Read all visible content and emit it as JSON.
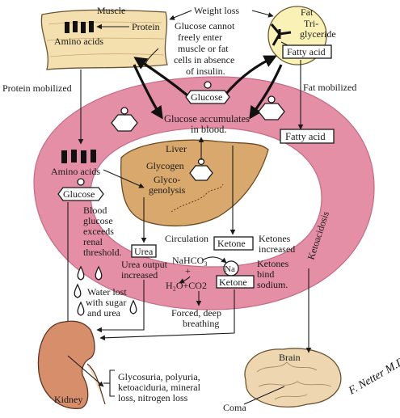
{
  "colors": {
    "ring": "#e48fa6",
    "ring_dark": "#c76a86",
    "muscle": "#f4dfae",
    "fat": "#faf1b6",
    "liver": "#d9a86c",
    "kidney": "#d78e6a",
    "brain": "#eed7b0",
    "drop": "#ffffff"
  },
  "labels": {
    "muscle": "Muscle",
    "protein": "Protein",
    "amino_acids_muscle": "Amino acids",
    "weight_loss": "Weight loss",
    "fat": "Fat",
    "triglyceride_1": "Tri-",
    "triglyceride_2": "glyceride",
    "fatty_acid_top": "Fatty acid",
    "glucose_cannot_1": "Glucose cannot",
    "glucose_cannot_2": "freely enter",
    "glucose_cannot_3": "muscle or fat",
    "glucose_cannot_4": "cells in absence",
    "glucose_cannot_5": "of insulin.",
    "protein_mobilized": "Protein mobilized",
    "fat_mobilized": "Fat mobilized",
    "glucose_top": "Glucose",
    "glucose_accum_1": "Glucose accumulates",
    "glucose_accum_2": "in blood.",
    "fatty_acid_ring": "Fatty acid",
    "liver": "Liver",
    "glycogen": "Glycogen",
    "glycogenolysis_1": "Glyco-",
    "glycogenolysis_2": "genolysis",
    "amino_acids_ring": "Amino acids",
    "glucose_left": "Glucose",
    "blood_glucose_1": "Blood",
    "blood_glucose_2": "glucose",
    "blood_glucose_3": "exceeds",
    "blood_glucose_4": "renal",
    "blood_glucose_5": "threshold.",
    "urea": "Urea",
    "urea_output_1": "Urea output",
    "urea_output_2": "increased",
    "circulation": "Circulation",
    "ketone_circ": "Ketone",
    "ketones_increased_1": "Ketones",
    "ketones_increased_2": "increased",
    "ketones_bind_1": "Ketones",
    "ketones_bind_2": "bind",
    "ketones_bind_3": "sodium.",
    "nahco3": "NaHCO",
    "nahco3_sub": "3",
    "plus": "+",
    "na": "Na",
    "ketone_na": "Ketone",
    "h2o_co2": "H₂O+CO2",
    "ketoacidosis": "Ketoacidosis",
    "water_lost_1": "Water lost",
    "water_lost_2": "with sugar",
    "water_lost_3": "and urea",
    "forced_breathing_1": "Forced, deep",
    "forced_breathing_2": "breathing",
    "brain": "Brain",
    "coma": "Coma",
    "kidney": "Kidney",
    "glycosuria_1": "Glycosuria, polyuria,",
    "glycosuria_2": "ketoaciduria, mineral",
    "glycosuria_3": "loss, nitrogen loss",
    "signature": "F. Netter M.D."
  }
}
